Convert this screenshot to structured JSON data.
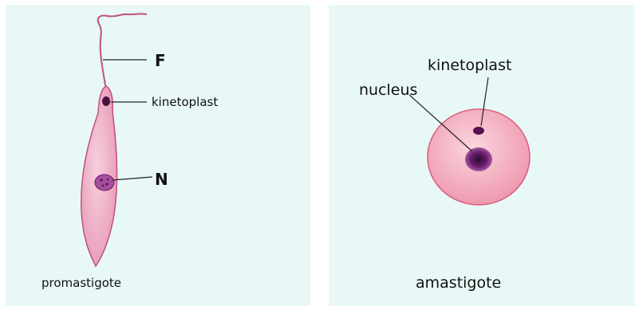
{
  "promastigote": {
    "label_flagellum": "F",
    "label_kinetoplast": "kinetoplast",
    "label_nucleus": "N",
    "caption": "promastigote"
  },
  "amastigote": {
    "label_kinetoplast": "kinetoplast",
    "label_nucleus": "nucleus",
    "caption": "amastigote"
  },
  "colors": {
    "background_panel": "#e8f8f7",
    "cell_fill": "#f2b8cf",
    "cell_outline": "#c0507a",
    "organelle_dark": "#4a1040",
    "nucleus_fill": "#9a3a8a"
  }
}
